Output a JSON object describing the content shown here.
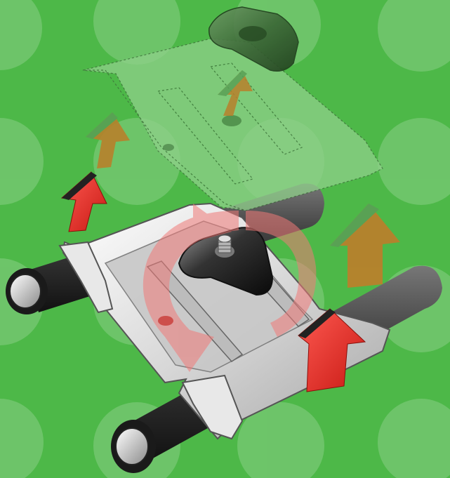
{
  "diagram": {
    "background_color": "#4db848",
    "accent_red": "#ee2b24",
    "accent_orange": "#b8812c",
    "rotation_arrow_color": "#f07a78",
    "components": [
      {
        "name": "triangular-knob",
        "color": "#3f6a3a"
      },
      {
        "name": "mounting-plate",
        "color": "#8fd08a"
      },
      {
        "name": "base-clamp",
        "color": "#d9d9d9"
      },
      {
        "name": "rail-bar",
        "color": "#2a2a2a"
      }
    ],
    "arrows": [
      {
        "name": "lift-arrow-left",
        "color": "#ee2b24"
      },
      {
        "name": "lift-arrow-right",
        "color": "#ee2b24"
      },
      {
        "name": "ghost-arrow-left",
        "color": "#b8812c"
      },
      {
        "name": "ghost-arrow-right",
        "color": "#b8812c"
      },
      {
        "name": "ghost-arrow-knob",
        "color": "#b8812c"
      }
    ]
  }
}
